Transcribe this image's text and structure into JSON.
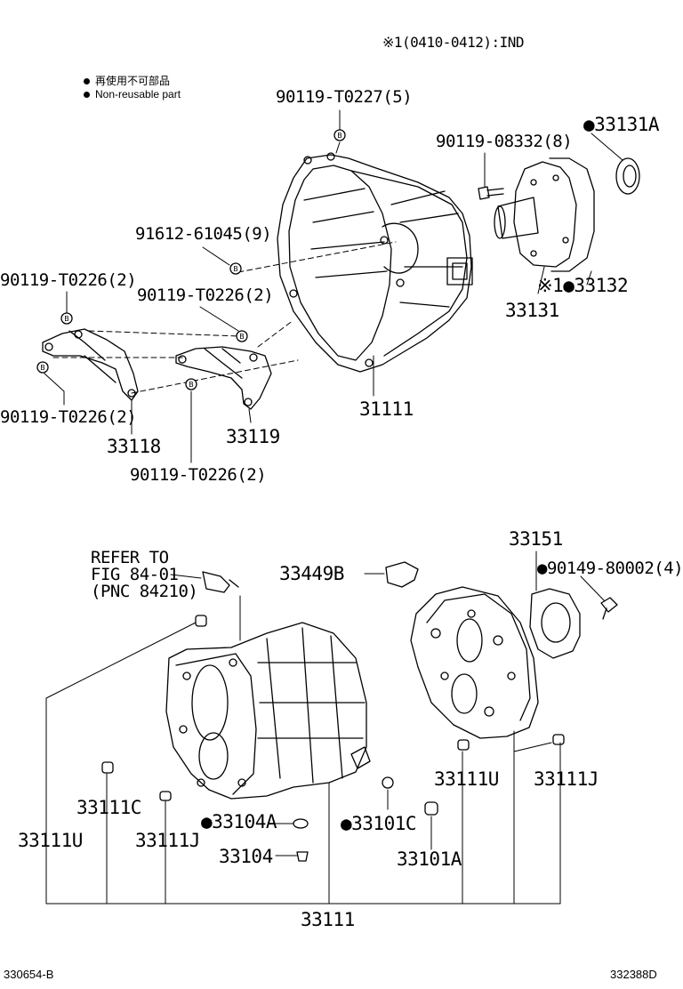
{
  "note": "※1(0410-0412):IND",
  "legend": {
    "jp": "再使用不可部品",
    "en": "Non-reusable part"
  },
  "bolt_marker": "B",
  "labels": {
    "p90119_T0227": "90119-T0227(5)",
    "p90119_08332": "90119-08332(8)",
    "p33131A": "●33131A",
    "p91612_61045": "91612-61045(9)",
    "p90119_T0226_a": "90119-T0226(2)",
    "p90119_T0226_b": "90119-T0226(2)",
    "p90119_T0226_c": "90119-T0226(2)",
    "p90119_T0226_d": "90119-T0226(2)",
    "p33132": "※1●33132",
    "p33131": "33131",
    "p31111_top": "31111",
    "p33118": "33118",
    "p33119": "33119",
    "refer_line1": "REFER TO",
    "refer_line2": "FIG 84-01",
    "refer_line3": "(PNC 84210)",
    "p33449B": "33449B",
    "p33151": "33151",
    "p90149_80002": "●90149-80002(4)",
    "p33111U_right": "33111U",
    "p33111J_right": "33111J",
    "p33111C": "33111C",
    "p33104A": "●33104A",
    "p33101C": "●33101C",
    "p33111U_left": "33111U",
    "p33111J_left": "33111J",
    "p33104": "33104",
    "p33101A": "33101A",
    "p33111_bottom": "33111"
  },
  "footer": {
    "left": "330654-B",
    "right": "332388D"
  }
}
